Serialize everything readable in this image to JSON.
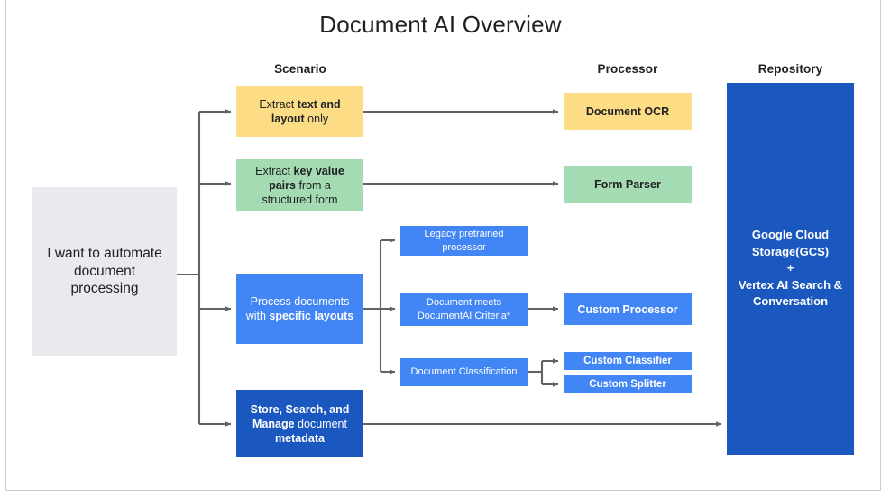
{
  "page": {
    "title": "Document AI Overview",
    "background": "#ffffff",
    "frame_border": "#c8cbcf"
  },
  "colors": {
    "yellow": "#fcdd86",
    "green": "#a5dbb2",
    "blue": "#4285f4",
    "dark_blue": "#1a58bf",
    "gray": "#e8eaed",
    "connector": "#5f6368",
    "text_dark": "#202124",
    "text_light": "#ffffff"
  },
  "column_headers": [
    {
      "key": "scenario",
      "label": "Scenario"
    },
    {
      "key": "processor",
      "label": "Processor"
    },
    {
      "key": "repository",
      "label": "Repository"
    }
  ],
  "start_node": {
    "label": "I want to automate document processing",
    "line1": "I want to automate",
    "line2": "document",
    "line3": "processing",
    "color": "#e8eaed"
  },
  "scenarios": [
    {
      "id": "extract-text-and-layout",
      "color": "#fcdd86",
      "line1_pre": "Extract ",
      "line1_bold": "text and",
      "line2_bold": "layout",
      "line2_post": " only"
    },
    {
      "id": "extract-key-value-pairs",
      "color": "#a5dbb2",
      "line1_pre": "Extract ",
      "line1_bold": "key value",
      "line2_bold": "pairs",
      "line2_post": " from a",
      "line3": "structured form"
    },
    {
      "id": "process-documents-specific-layouts",
      "color": "#4285f4",
      "line1": "Process documents",
      "line2_pre": "with ",
      "line2_bold": "specific layouts"
    },
    {
      "id": "store-search-manage-metadata",
      "color": "#1a58bf",
      "line1_bold": "Store, Search, and",
      "line2_bold": "Manage",
      "line2_post": " document",
      "line3_bold": "metadata"
    }
  ],
  "sub_nodes": [
    {
      "id": "legacy-pretrained-processor",
      "line1": "Legacy pretrained",
      "line2": "processor",
      "color": "#4285f4"
    },
    {
      "id": "document-meets-criteria",
      "line1": "Document meets",
      "line2": "DocumentAI Criteria*",
      "color": "#4285f4"
    },
    {
      "id": "document-classification",
      "line1": "Document Classification",
      "color": "#4285f4"
    }
  ],
  "processors": [
    {
      "id": "document-ocr",
      "label": "Document OCR",
      "color": "#fcdd86"
    },
    {
      "id": "form-parser",
      "label": "Form Parser",
      "color": "#a5dbb2"
    },
    {
      "id": "custom-processor",
      "label": "Custom Processor",
      "color": "#4285f4"
    },
    {
      "id": "custom-classifier",
      "label": "Custom Classifier",
      "color": "#4285f4"
    },
    {
      "id": "custom-splitter",
      "label": "Custom Splitter",
      "color": "#4285f4"
    }
  ],
  "repository": {
    "id": "repository-node",
    "line1": "Google Cloud",
    "line2": "Storage(GCS)",
    "line3": "+",
    "line4": "Vertex AI Search &",
    "line5": "Conversation",
    "color": "#1a58bf"
  }
}
